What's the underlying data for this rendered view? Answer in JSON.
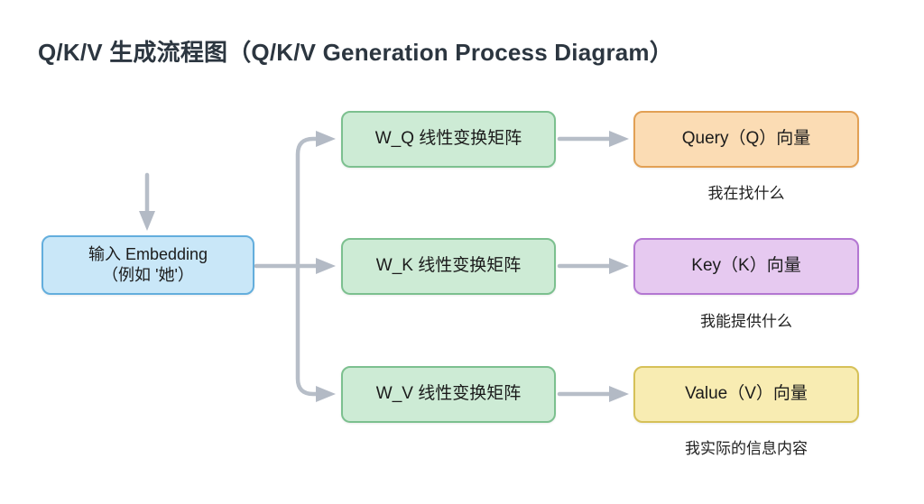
{
  "title": "Q/K/V 生成流程图（Q/K/V Generation Process Diagram）",
  "colors": {
    "background": "#ffffff",
    "title_text": "#2c3640",
    "node_text": "#1b1b1b",
    "arrow": "#b7bec8",
    "input_fill": "#c9e7f8",
    "input_border": "#63aedd",
    "transform_fill": "#cdebd5",
    "transform_border": "#7cc08f",
    "query_fill": "#fbdcb4",
    "query_border": "#e2a055",
    "key_fill": "#e6c9f0",
    "key_border": "#b377d2",
    "value_fill": "#f8ecb2",
    "value_border": "#d6c158"
  },
  "diagram": {
    "input_node": {
      "line1": "输入 Embedding",
      "line2": "（例如 '她'）"
    },
    "transform_nodes": [
      {
        "label": "W_Q 线性变换矩阵"
      },
      {
        "label": "W_K 线性变换矩阵"
      },
      {
        "label": "W_V 线性变换矩阵"
      }
    ],
    "output_nodes": [
      {
        "label": "Query（Q）向量",
        "caption": "我在找什么"
      },
      {
        "label": "Key（K）向量",
        "caption": "我能提供什么"
      },
      {
        "label": "Value（V）向量",
        "caption": "我实际的信息内容"
      }
    ]
  }
}
